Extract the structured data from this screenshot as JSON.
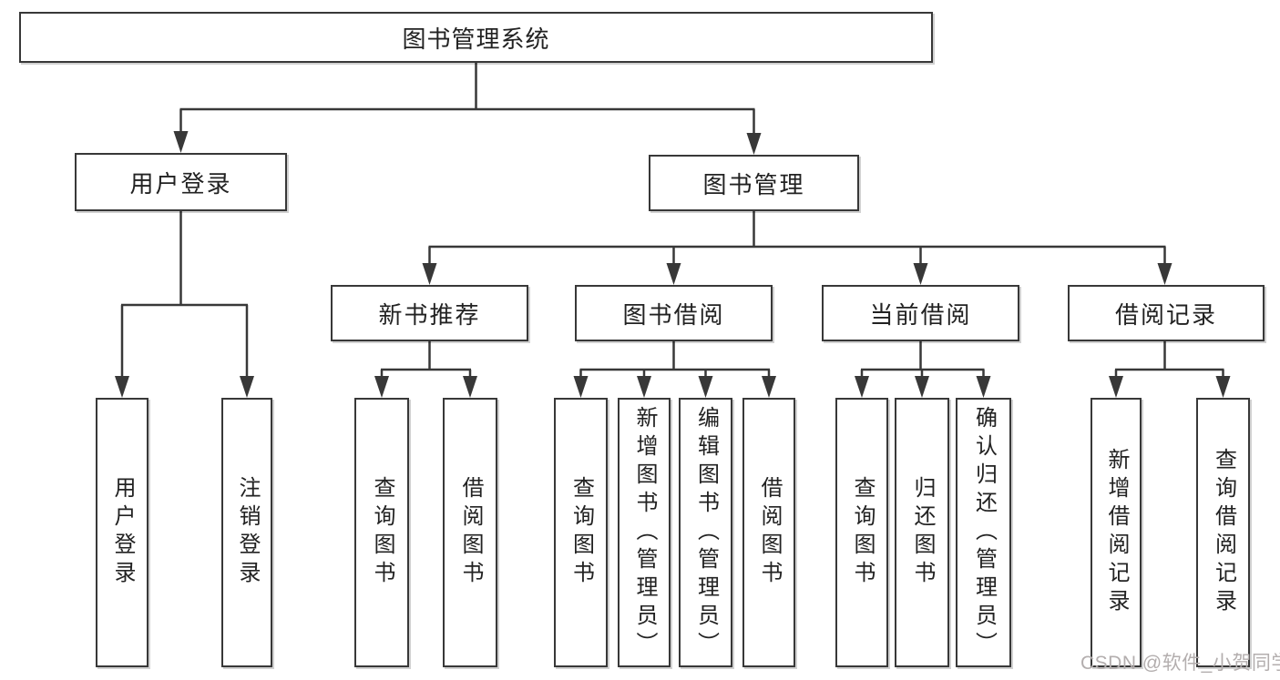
{
  "tree": {
    "root": {
      "label": "图书管理系统"
    },
    "branches": [
      {
        "label": "用户登录",
        "children": [
          {
            "label": "用户登录"
          },
          {
            "label": "注销登录"
          }
        ]
      },
      {
        "label": "图书管理",
        "children": [
          {
            "label": "新书推荐",
            "children": [
              {
                "label": "查询图书"
              },
              {
                "label": "借阅图书"
              }
            ]
          },
          {
            "label": "图书借阅",
            "children": [
              {
                "label": "查询图书"
              },
              {
                "label": "新增图书（管理员）"
              },
              {
                "label": "编辑图书（管理员）"
              },
              {
                "label": "借阅图书"
              }
            ]
          },
          {
            "label": "当前借阅",
            "children": [
              {
                "label": "查询图书"
              },
              {
                "label": "归还图书"
              },
              {
                "label": "确认归还（管理员）"
              }
            ]
          },
          {
            "label": "借阅记录",
            "children": [
              {
                "label": "新增借阅记录"
              },
              {
                "label": "查询借阅记录"
              }
            ]
          }
        ]
      }
    ]
  },
  "watermark": {
    "text": "CSDN @软件_小贺同学"
  },
  "colors": {
    "line": "#383838",
    "text": "#222222",
    "watermark": "#b3aeae",
    "background": "#ffffff"
  }
}
